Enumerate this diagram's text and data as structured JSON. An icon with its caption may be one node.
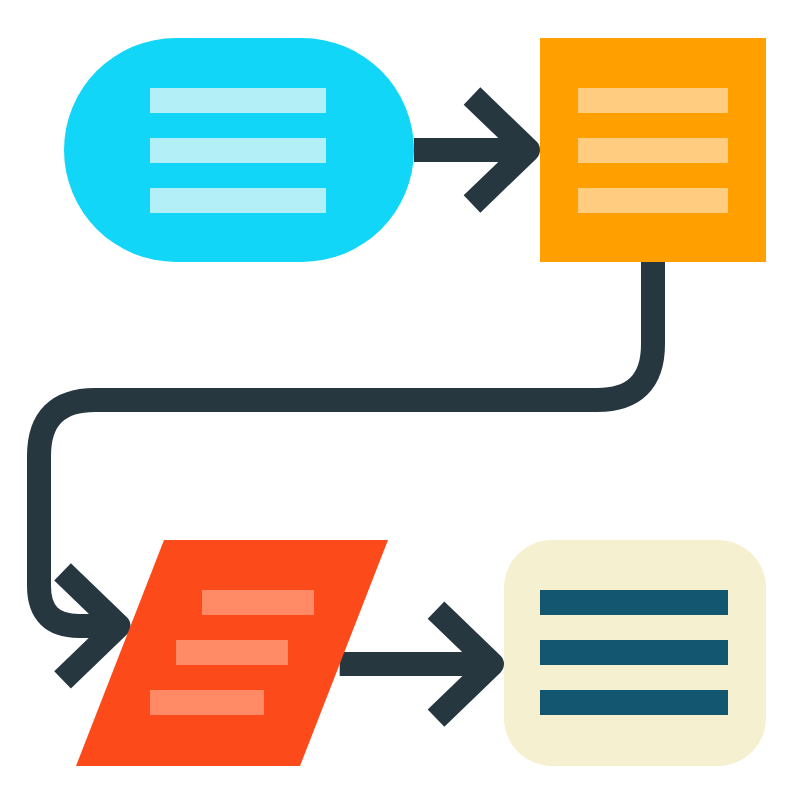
{
  "diagram": {
    "nodes": [
      {
        "text": [],
        "shape": "pill"
      },
      {
        "text": [],
        "shape": "box"
      },
      {
        "text": [],
        "shape": "parallelogram"
      },
      {
        "text": [],
        "shape": "box"
      }
    ],
    "edges": [
      {
        "from": 0,
        "to": 1,
        "arrow": "to"
      },
      {
        "from": 1,
        "to": 2,
        "arrow": "to"
      },
      {
        "from": 2,
        "to": 3,
        "arrow": "to"
      }
    ]
  }
}
